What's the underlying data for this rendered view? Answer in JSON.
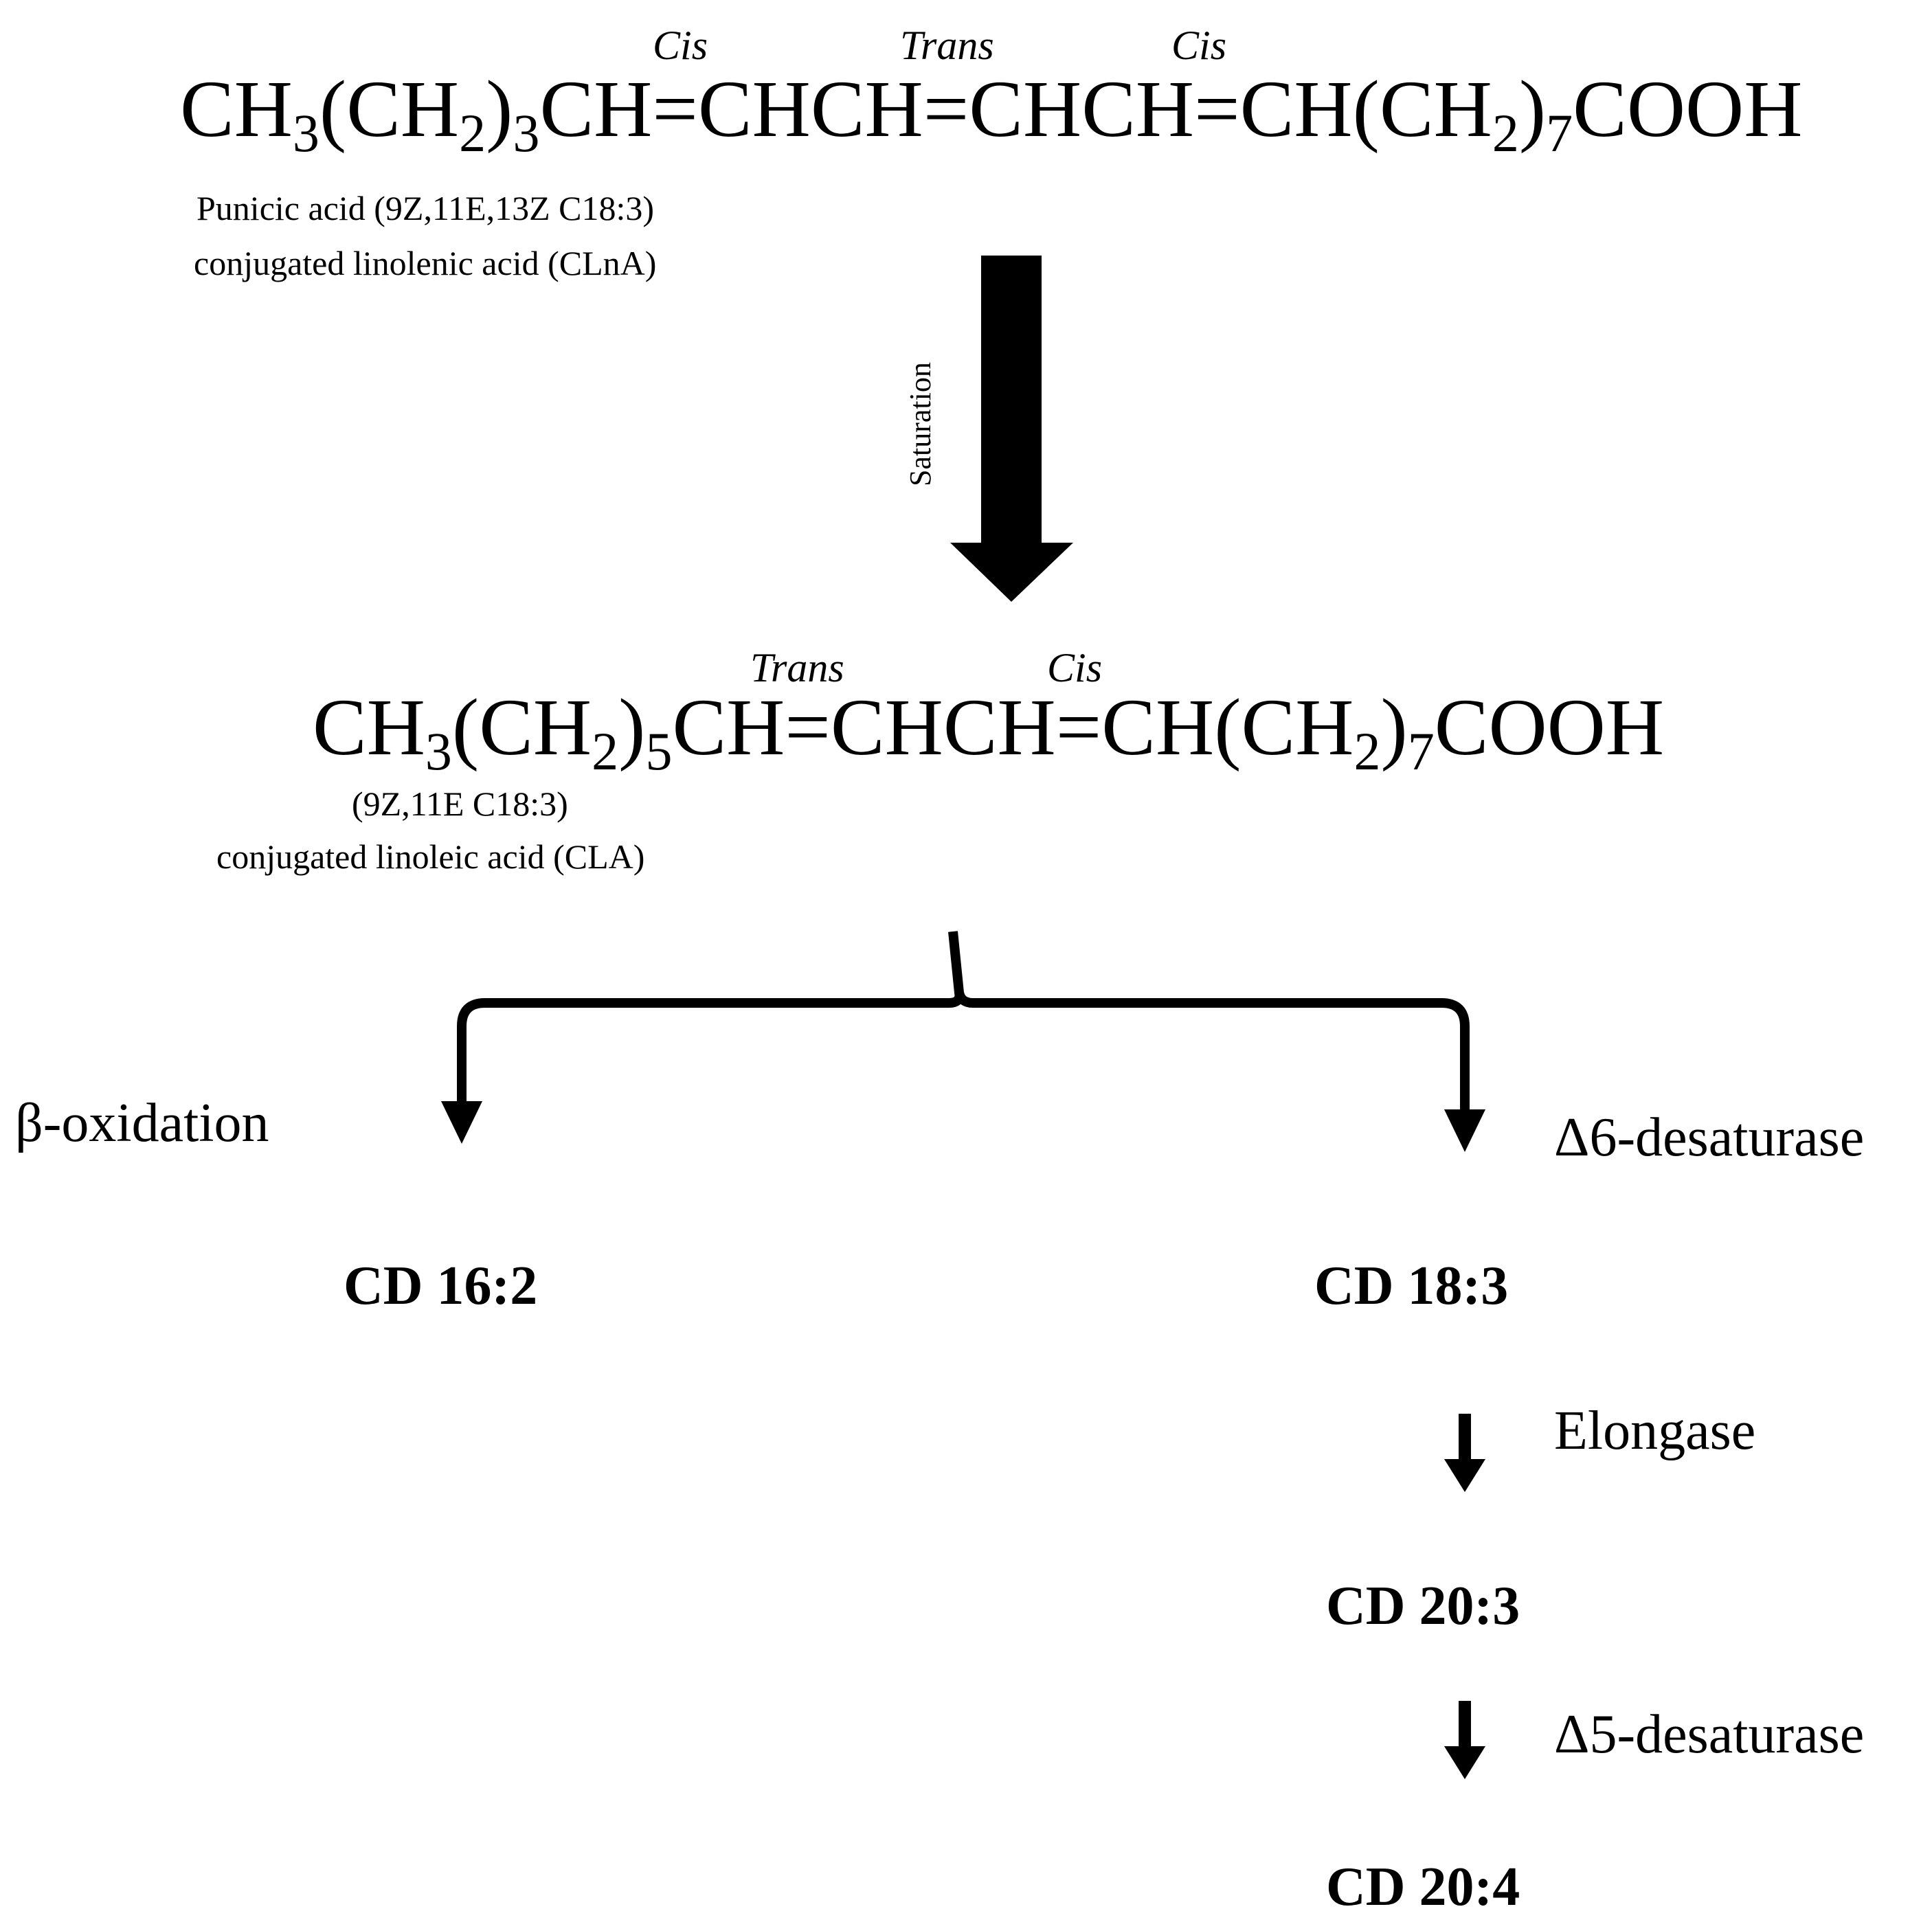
{
  "colors": {
    "ink": "#000000",
    "background": "#ffffff"
  },
  "top": {
    "formula": {
      "ch3": "CH",
      "s3": "3",
      "open": "(CH",
      "s2": "2",
      "close": ")",
      "sn": "3",
      "rest1": "CH=CHCH=CHCH=CH(CH",
      "s2b": "2",
      "close2": ")",
      "s7": "7",
      "end": "COOH"
    },
    "stereo": [
      "Cis",
      "Trans",
      "Cis"
    ],
    "caption_line1": "Punicic acid (9Z,11E,13Z  C18:3)",
    "caption_line2": "conjugated linolenic acid (CLnA)"
  },
  "saturation": {
    "label": "Saturation"
  },
  "middle": {
    "formula": {
      "ch3": "CH",
      "s3": "3",
      "open": "(CH",
      "s2": "2",
      "close": ")",
      "sn": "5",
      "rest1": "CH=CHCH=CH(CH",
      "s2b": "2",
      "close2": ")",
      "s7": "7",
      "end": "COOH"
    },
    "stereo": [
      "Trans",
      "Cis"
    ],
    "caption_line1": "(9Z,11E  C18:3)",
    "caption_line2": "conjugated linoleic acid (CLA)"
  },
  "steps": {
    "beta_oxidation": "β-oxidation",
    "delta6": "Δ6-desaturase",
    "elongase": "Elongase",
    "delta5": "Δ5-desaturase"
  },
  "products": {
    "cd16_2": "CD 16:2",
    "cd18_3": "CD 18:3",
    "cd20_3": "CD 20:3",
    "cd20_4": "CD 20:4"
  }
}
